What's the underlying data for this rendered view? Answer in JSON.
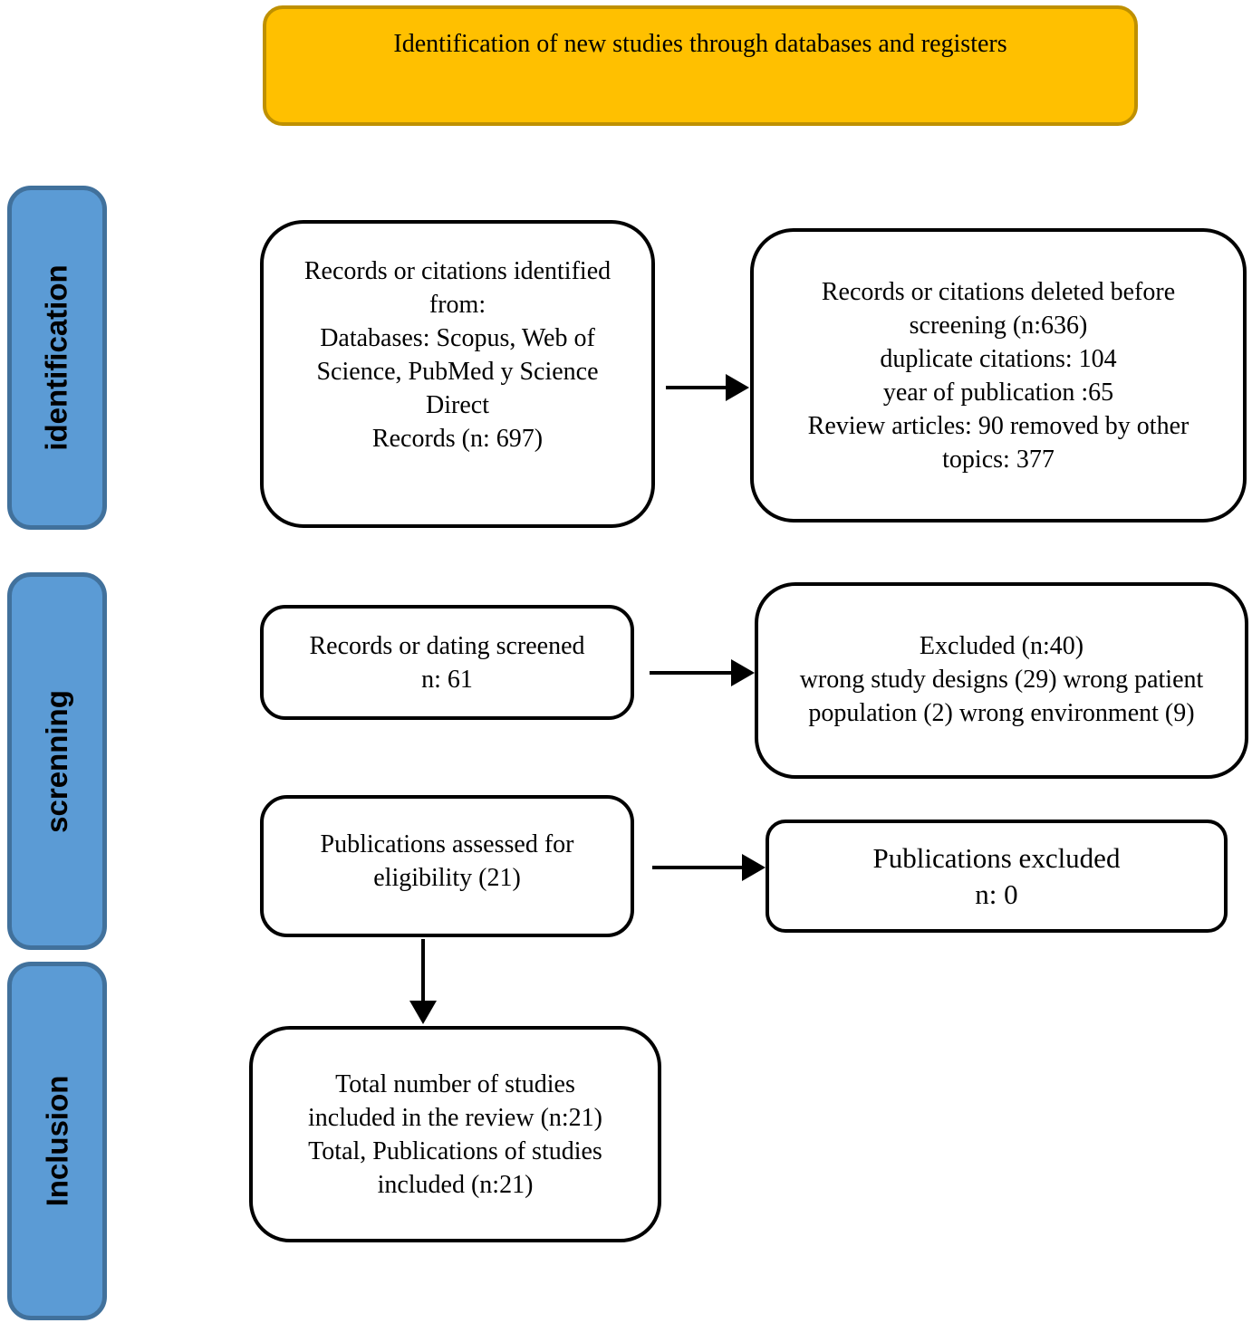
{
  "header": {
    "title": "Identification of new studies through databases and registers"
  },
  "stages": [
    {
      "label": "identification"
    },
    {
      "label": "screnning"
    },
    {
      "label": "Inclusion"
    }
  ],
  "boxes": {
    "records_identified": "Records or citations identified\nfrom:\nDatabases: Scopus, Web of\nScience, PubMed y Science\nDirect\nRecords (n: 697)",
    "records_deleted": "Records or citations deleted before\nscreening (n:636)\nduplicate citations: 104\nyear of publication :65\nReview articles: 90 removed by other\ntopics: 377",
    "records_screened": "Records or dating screened\nn: 61",
    "excluded": "Excluded (n:40)\nwrong study designs (29) wrong patient\npopulation (2) wrong environment (9)",
    "assessed": "Publications assessed for\neligibility (21)",
    "publications_excluded": "Publications excluded\nn: 0",
    "included": "Total number of studies\nincluded in the review (n:21)\nTotal, Publications of studies\nincluded (n:21)"
  },
  "colors": {
    "header_fill": "#FFC000",
    "header_border": "#BF9000",
    "stage_fill": "#5B9BD5",
    "stage_border": "#41719C",
    "box_border": "#000000",
    "arrow": "#000000"
  }
}
